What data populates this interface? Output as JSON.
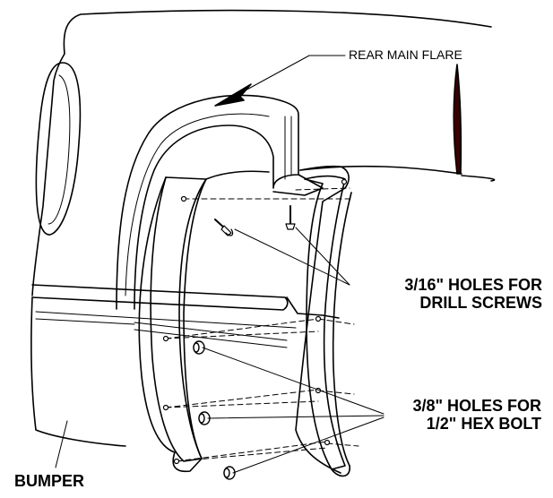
{
  "labels": {
    "rear_main_flare": "REAR MAIN FLARE",
    "drill_screws_line1": "3/16\" HOLES FOR",
    "drill_screws_line2": "DRILL SCREWS",
    "hex_bolt_line1": "3/8\" HOLES FOR",
    "hex_bolt_line2": "1/2\" HEX BOLT",
    "bumper": "BUMPER"
  }
}
